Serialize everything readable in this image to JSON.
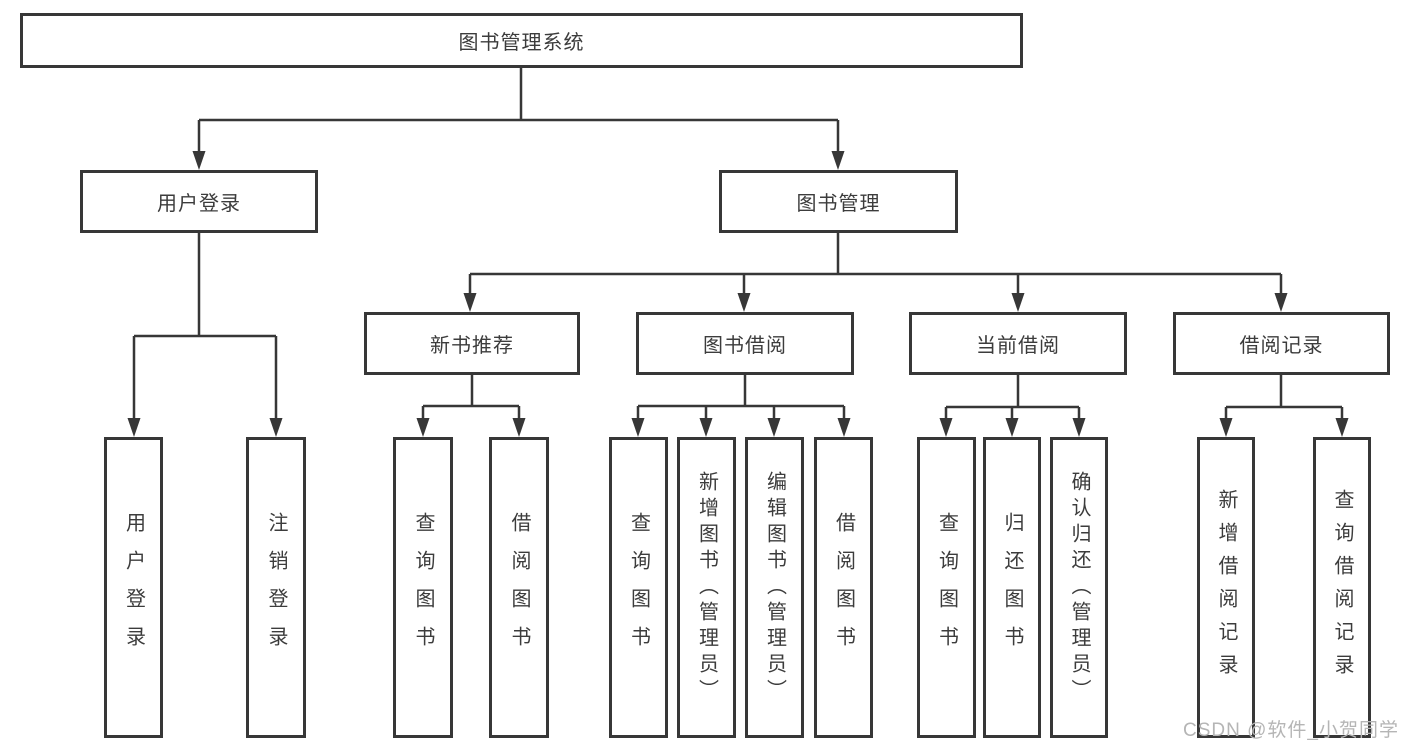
{
  "diagram": {
    "root": "图书管理系统",
    "level2": [
      "用户登录",
      "图书管理"
    ],
    "level3": [
      "新书推荐",
      "图书借阅",
      "当前借阅",
      "借阅记录"
    ],
    "groups": {
      "login": [
        "用户登录",
        "注销登录"
      ],
      "new_book": [
        "查询图书",
        "借阅图书"
      ],
      "borrow": [
        "查询图书",
        "新增图书（管理员）",
        "编辑图书（管理员）",
        "借阅图书"
      ],
      "current": [
        "查询图书",
        "归还图书",
        "确认归还（管理员）"
      ],
      "records": [
        "新增借阅记录",
        "查询借阅记录"
      ]
    }
  },
  "watermark": "CSDN @软件_小贺同学",
  "colors": {
    "line": "#373737",
    "text": "#3c3c3c",
    "watermark": "#b5b5b5",
    "background": "#ffffff"
  }
}
